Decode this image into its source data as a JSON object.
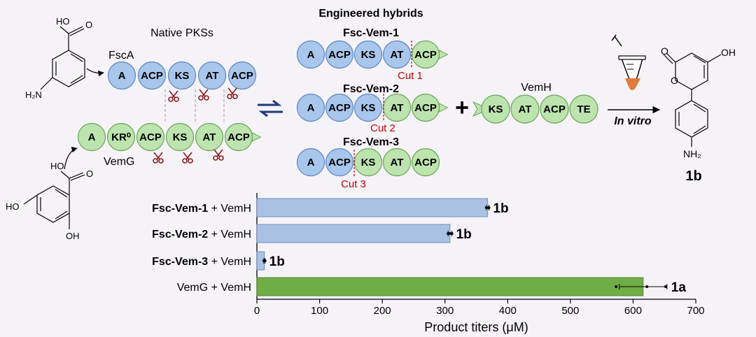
{
  "title_native": "Native PKSs",
  "title_engineered": "Engineered hybrids",
  "fsca": {
    "label": "FscA",
    "domains": [
      {
        "name": "A",
        "color": "blue"
      },
      {
        "name": "ACP",
        "color": "blue"
      },
      {
        "name": "KS",
        "color": "blue"
      },
      {
        "name": "AT",
        "color": "blue"
      },
      {
        "name": "ACP",
        "color": "blue"
      }
    ]
  },
  "vemg": {
    "label": "VemG",
    "domains": [
      {
        "name": "A",
        "color": "green"
      },
      {
        "name": "KR⁰",
        "color": "green"
      },
      {
        "name": "ACP",
        "color": "green"
      },
      {
        "name": "KS",
        "color": "green"
      },
      {
        "name": "AT",
        "color": "green"
      },
      {
        "name": "ACP",
        "color": "green"
      }
    ]
  },
  "hybrids": [
    {
      "name": "Fsc-Vem-1",
      "cut": "Cut 1",
      "domains": [
        {
          "name": "A",
          "color": "blue"
        },
        {
          "name": "ACP",
          "color": "blue"
        },
        {
          "name": "KS",
          "color": "blue"
        },
        {
          "name": "AT",
          "color": "blue"
        },
        {
          "name": "ACP",
          "color": "green"
        }
      ]
    },
    {
      "name": "Fsc-Vem-2",
      "cut": "Cut 2",
      "domains": [
        {
          "name": "A",
          "color": "blue"
        },
        {
          "name": "ACP",
          "color": "blue"
        },
        {
          "name": "KS",
          "color": "blue"
        },
        {
          "name": "AT",
          "color": "green"
        },
        {
          "name": "ACP",
          "color": "green"
        }
      ]
    },
    {
      "name": "Fsc-Vem-3",
      "cut": "Cut 3",
      "domains": [
        {
          "name": "A",
          "color": "blue"
        },
        {
          "name": "ACP",
          "color": "blue"
        },
        {
          "name": "KS",
          "color": "green"
        },
        {
          "name": "AT",
          "color": "green"
        },
        {
          "name": "ACP",
          "color": "green"
        }
      ]
    }
  ],
  "plus": "+",
  "vemh": {
    "label": "VemH",
    "domains": [
      {
        "name": "KS",
        "color": "green"
      },
      {
        "name": "AT",
        "color": "green"
      },
      {
        "name": "ACP",
        "color": "green"
      },
      {
        "name": "TE",
        "color": "green"
      }
    ]
  },
  "reaction_label": "In vitro",
  "molecules": {
    "top_left": {
      "oh": "HO",
      "o": "O",
      "nh2": "H₂N"
    },
    "bottom_left": {
      "ho_acid": "HO",
      "o": "O",
      "ho_ring": "HO",
      "oh_ring": "OH"
    },
    "product": {
      "o": "O",
      "oh": "OH",
      "o_ring": "O",
      "nh2": "NH₂",
      "label": "1b"
    }
  },
  "colors": {
    "blue": "#a9c6ec",
    "green": "#bde3ae",
    "bar_blue": "#a9c2e4",
    "bar_green": "#70ad47",
    "cut": "#c00000",
    "scissors": "#8b1a1a"
  },
  "chart_data": {
    "type": "bar",
    "orientation": "horizontal",
    "xlabel": "Product titers (μM)",
    "xlim": [
      0,
      700
    ],
    "xticks": [
      0,
      100,
      200,
      300,
      400,
      500,
      600,
      700
    ],
    "categories": [
      {
        "bold": "Fsc-Vem-1",
        "rest": " + VemH"
      },
      {
        "bold": "Fsc-Vem-2",
        "rest": " + VemH"
      },
      {
        "bold": "Fsc-Vem-3",
        "rest": " + VemH"
      },
      {
        "bold": "",
        "rest": "VemG + VemH"
      }
    ],
    "values": [
      368,
      308,
      12,
      616
    ],
    "errors": [
      2,
      3,
      1,
      38
    ],
    "points": [
      [
        366,
        369,
        370
      ],
      [
        305,
        308,
        311
      ],
      [
        11,
        12,
        13
      ],
      [
        573,
        622,
        652
      ]
    ],
    "bar_labels": [
      "1b",
      "1b",
      "1b",
      "1a"
    ],
    "bar_colors": [
      "blue",
      "blue",
      "blue",
      "green"
    ]
  }
}
